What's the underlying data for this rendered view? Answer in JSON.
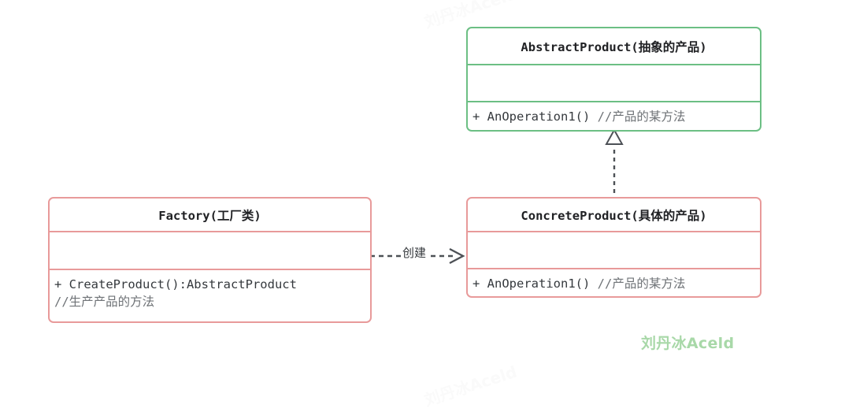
{
  "diagram": {
    "type": "uml-class-diagram",
    "title": "Factory Method Pattern",
    "classes": [
      {
        "id": "abstract-product",
        "name": "AbstractProduct(抽象的产品)",
        "color": "#6cbf84",
        "attributes": [],
        "methods": [
          {
            "signature": "+ AnOperation1()",
            "comment": "//产品的某方法"
          }
        ]
      },
      {
        "id": "concrete-product",
        "name": "ConcreteProduct(具体的产品)",
        "color": "#e89a9a",
        "attributes": [],
        "methods": [
          {
            "signature": "+ AnOperation1()",
            "comment": "//产品的某方法"
          }
        ]
      },
      {
        "id": "factory",
        "name": "Factory(工厂类)",
        "color": "#e89a9a",
        "attributes": [],
        "methods": [
          {
            "signature": "+ CreateProduct():AbstractProduct",
            "comment": ""
          },
          {
            "signature": "",
            "comment": "//生产产品的方法"
          }
        ]
      }
    ],
    "relations": [
      {
        "id": "realization",
        "from": "concrete-product",
        "to": "abstract-product",
        "style": "dashed",
        "arrow": "hollow-triangle",
        "label": ""
      },
      {
        "id": "create",
        "from": "factory",
        "to": "concrete-product",
        "style": "dashed",
        "arrow": "open-arrow",
        "label": "创建"
      }
    ]
  },
  "watermarks": {
    "main": "刘丹冰Aceld",
    "faint": "刘丹冰Aceld"
  },
  "colors": {
    "green": "#6cbf84",
    "pink": "#e89a9a",
    "line": "#4d5156",
    "text": "#202124",
    "comment": "#6e7276",
    "watermark": "#a8d8a8"
  }
}
